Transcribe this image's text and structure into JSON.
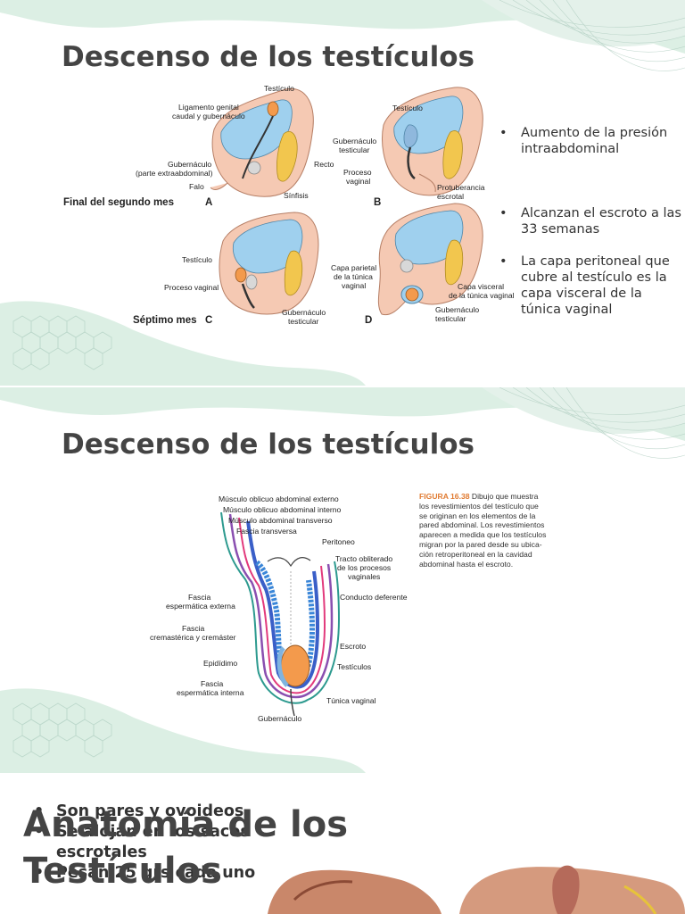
{
  "slide1": {
    "title": "Descenso de los testículos",
    "bullets": [
      "Aumento de la presión intraabdominal",
      "Alcanzan el escroto a las 33 semanas",
      "La capa peritoneal que cubre al testículo es la capa visceral de la túnica vaginal"
    ],
    "figure": {
      "caption_second_month": "Final del segundo mes",
      "caption_seventh_month": "Séptimo mes",
      "panel_letters": [
        "A",
        "B",
        "C",
        "D"
      ],
      "labels_a": {
        "testiculo": "Testículo",
        "ligamento": "Ligamento genital",
        "ligamento2": "caudal y gubernáculo",
        "gubernaculo": "Gubernáculo",
        "gubernaculo2": "(parte extraabdominal)",
        "falo": "Falo",
        "recto": "Recto",
        "sinfisis": "Sínfisis"
      },
      "labels_b": {
        "testiculo": "Testículo",
        "gubernaculo": "Gubernáculo",
        "gubernaculo2": "testicular",
        "proceso": "Proceso",
        "proceso2": "vaginal",
        "protuberancia": "Protuberancia",
        "protuberancia2": "escrotal"
      },
      "labels_c": {
        "testiculo": "Testículo",
        "proceso": "Proceso vaginal",
        "gubernaculo": "Gubernáculo",
        "gubernaculo2": "testicular"
      },
      "labels_d": {
        "capa_parietal": "Capa parietal",
        "capa_parietal2": "de la túnica",
        "capa_parietal3": "vaginal",
        "capa_visceral": "Capa visceral",
        "capa_visceral2": "de la túnica vaginal",
        "gubernaculo": "Gubernáculo",
        "gubernaculo2": "testicular"
      }
    }
  },
  "slide2": {
    "title": "Descenso de los testículos",
    "figure": {
      "caption_label": "FIGURA 16.38",
      "caption_lines": [
        "Dibujo que muestra",
        "los revestimientos del testículo que",
        "se originan en los elementos de la",
        "pared abdominal. Los revestimientos",
        "aparecen a medida que los testículos",
        "migran por la pared desde su ubica-",
        "ción retroperitoneal en la cavidad",
        "abdominal hasta el escroto."
      ],
      "labels": {
        "oblicuo_externo": "Músculo oblicuo abdominal externo",
        "oblicuo_interno": "Músculo oblicuo abdominal interno",
        "transverso": "Músculo abdominal transverso",
        "fascia_transversa": "Fascia transversa",
        "peritoneo": "Peritoneo",
        "tracto": "Tracto obliterado",
        "tracto2": "de los procesos",
        "tracto3": "vaginales",
        "conducto": "Conducto deferente",
        "fascia_externa": "Fascia",
        "fascia_externa2": "espermática externa",
        "fascia_cremasterica": "Fascia",
        "fascia_cremasterica2": "cremastérica y cremáster",
        "escroto": "Escroto",
        "epididimo": "Epidídimo",
        "testiculos": "Testículos",
        "fascia_interna": "Fascia",
        "fascia_interna2": "espermática interna",
        "tunica": "Túnica vaginal",
        "gubernaculo": "Gubernáculo"
      }
    }
  },
  "slide3": {
    "title_line1": "Anatomía de los",
    "title_line2": "Testículos",
    "bullets": [
      "Son pares y ovoideos",
      "Se alojan en los sacos escrotales",
      "Pesan 25 grs cada uno"
    ]
  },
  "colors": {
    "title": "#444444",
    "mint": "#d7ebe0",
    "skin": "#f5c9b3",
    "cavity": "#9fd0ee",
    "testis": "#f39a4c",
    "rectum": "#f2c64e"
  }
}
